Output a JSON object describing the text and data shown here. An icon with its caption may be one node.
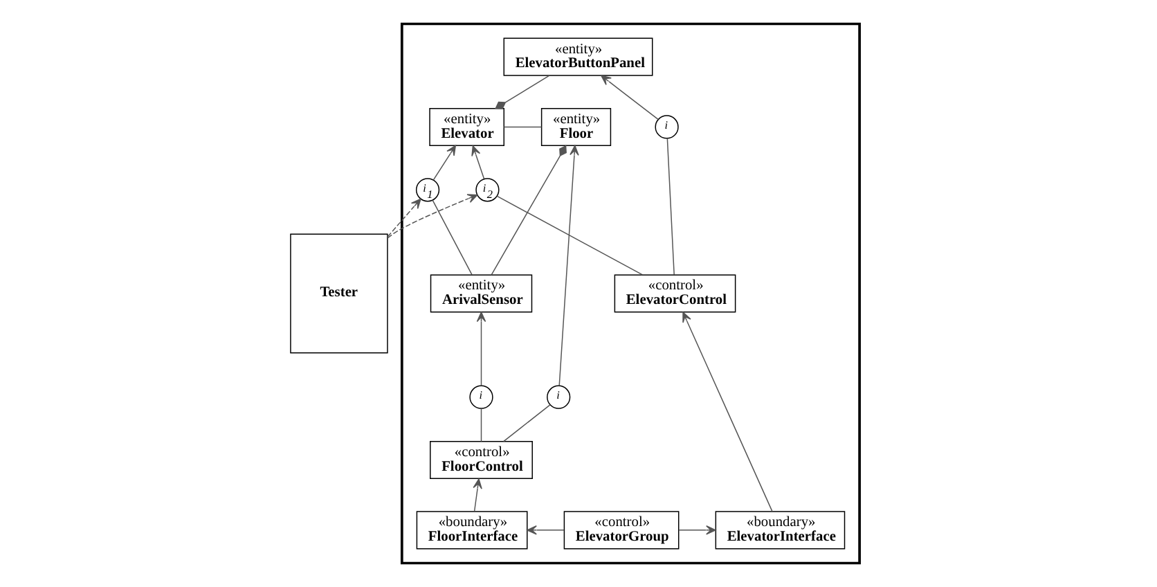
{
  "diagram": {
    "nodes": [
      {
        "text": [],
        "shape": "box"
      },
      {
        "text": [
          "«entity»",
          "Floor"
        ],
        "in": 0
      },
      {
        "text": [
          "«entity»",
          "Elevator"
        ],
        "in": 0
      },
      {
        "text": [
          "«entity»",
          "ElevatorButtonPanel"
        ],
        "in": 0
      },
      {
        "text": [
          "i"
        ],
        "in": 0
      },
      {
        "text": [
          "«entity»",
          "ArivalSensor"
        ],
        "in": 0
      },
      {
        "text": [
          "i$_{1}$"
        ],
        "in": 0
      },
      {
        "text": [
          "i$_{2}$"
        ],
        "in": 0
      },
      {
        "text": [
          "«control»",
          "ElevatorControl"
        ],
        "in": 0
      },
      {
        "text": [
          "i"
        ],
        "in": 0
      },
      {
        "text": [
          "Tester"
        ]
      },
      {
        "text": [
          "«control»",
          "FloorControl"
        ],
        "in": 0
      },
      {
        "text": [
          "i"
        ],
        "in": 0
      },
      {
        "text": [
          "«boundary»",
          "FloorInterface"
        ],
        "in": 0
      },
      {
        "text": [
          "«control»",
          "ElevatorGroup"
        ],
        "in": 0
      },
      {
        "text": [
          "«boundary»",
          "ElevatorInterface"
        ],
        "in": 0
      }
    ],
    "edges": [
      {
        "from": 1,
        "to": 2,
        "arrow": "none"
      },
      {
        "from": 1,
        "to": 5,
        "arrow": "other"
      },
      {
        "from": 2,
        "to": 3,
        "arrow": "other"
      },
      {
        "from": 11,
        "to": 4,
        "arrow": "none"
      },
      {
        "from": 4,
        "to": 1,
        "arrow": "to"
      },
      {
        "from": 5,
        "to": 6,
        "arrow": "none"
      },
      {
        "from": 6,
        "to": 2,
        "arrow": "to"
      },
      {
        "from": 8,
        "to": 7,
        "arrow": "none"
      },
      {
        "from": 7,
        "to": 2,
        "arrow": "to"
      },
      {
        "from": 8,
        "to": 9,
        "arrow": "none"
      },
      {
        "from": 9,
        "to": 3,
        "arrow": "to"
      },
      {
        "from": 11,
        "to": 12,
        "arrow": "none"
      },
      {
        "from": 12,
        "to": 5,
        "arrow": "to"
      },
      {
        "from": 10,
        "to": 6,
        "arrow": "to",
        "style": "dashed"
      },
      {
        "from": 10,
        "to": 7,
        "arrow": "to",
        "style": "dashed"
      },
      {
        "from": 13,
        "to": 11,
        "arrow": "to"
      },
      {
        "from": 14,
        "to": 13,
        "arrow": "to"
      },
      {
        "from": 14,
        "to": 15,
        "arrow": "to"
      },
      {
        "from": 15,
        "to": 8,
        "arrow": "to"
      }
    ]
  }
}
